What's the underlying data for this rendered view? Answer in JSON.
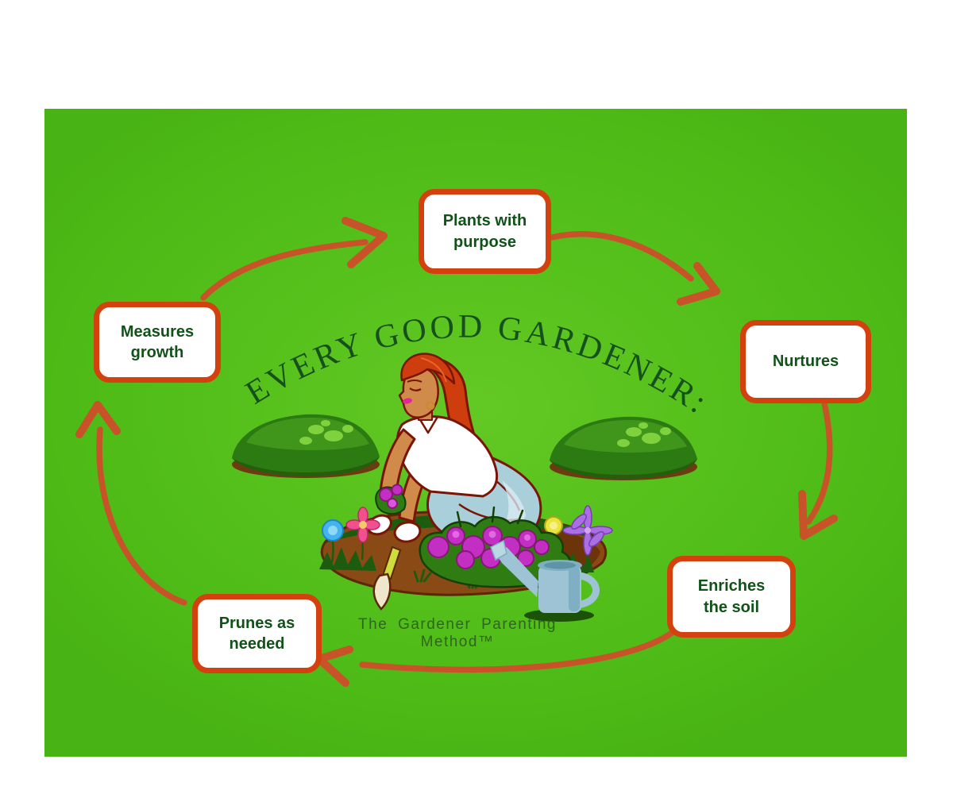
{
  "poster": {
    "title": "EVERY GOOD GARDENER:",
    "caption": "The Gardener Parenting Method™"
  },
  "nodes": [
    {
      "id": "plants-with-purpose",
      "label": "Plants with purpose",
      "lines": [
        "Plants with",
        "purpose"
      ]
    },
    {
      "id": "nurtures",
      "label": "Nurtures",
      "lines": [
        "Nurtures",
        ""
      ]
    },
    {
      "id": "enriches-the-soil",
      "label": "Enriches the soil",
      "lines": [
        "Enriches",
        "the soil"
      ]
    },
    {
      "id": "prunes-as-needed",
      "label": "Prunes as needed",
      "lines": [
        "Prunes as",
        "needed"
      ]
    },
    {
      "id": "measures-growth",
      "label": "Measures growth",
      "lines": [
        "Measures",
        "growth"
      ]
    }
  ],
  "cycle_order": [
    "Plants with purpose",
    "Nurtures",
    "Enriches the soil",
    "Prunes as needed",
    "Measures growth"
  ],
  "colors": {
    "background_center": "#63c824",
    "background_edge": "#48b314",
    "box_border": "#d2410e",
    "box_fill": "#ffffff",
    "box_text": "#115219",
    "arrow": "#c85329",
    "title_text": "#16501c",
    "caption_text": "#2f661d"
  }
}
